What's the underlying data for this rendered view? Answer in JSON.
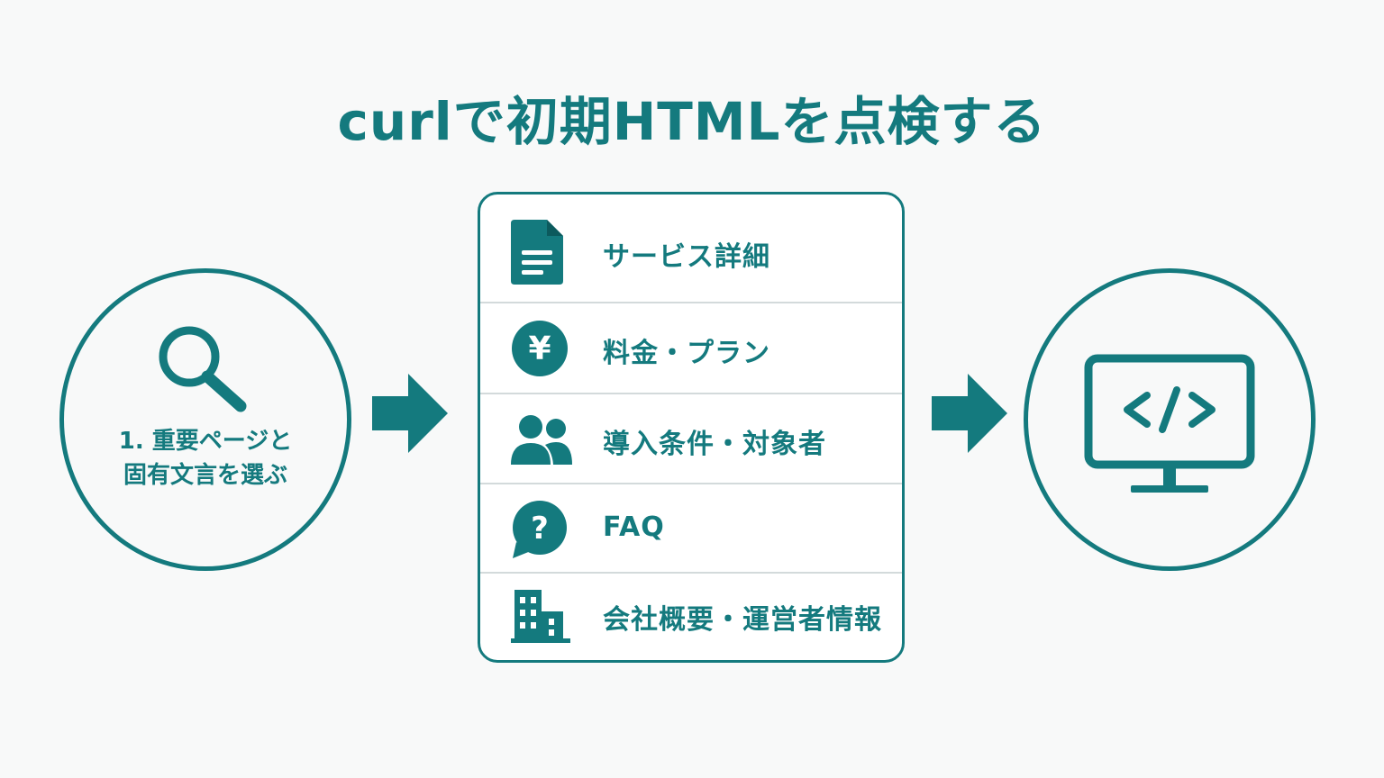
{
  "title": "curlで初期HTMLを点検する",
  "step": {
    "line1": "1. 重要ページと",
    "line2": "固有文言を選ぶ",
    "icon": "search-icon"
  },
  "list": {
    "items": [
      {
        "label": "サービス詳細",
        "icon": "document-icon"
      },
      {
        "label": "料金・プラン",
        "icon": "yen-icon"
      },
      {
        "label": "導入条件・対象者",
        "icon": "users-icon"
      },
      {
        "label": "FAQ",
        "icon": "question-bubble-icon"
      },
      {
        "label": "会社概要・運営者情報",
        "icon": "building-icon"
      }
    ]
  },
  "result": {
    "icon": "code-monitor-icon"
  },
  "colors": {
    "accent": "#147a7e",
    "divider": "#d3dadb",
    "background": "#f8f9f9"
  }
}
